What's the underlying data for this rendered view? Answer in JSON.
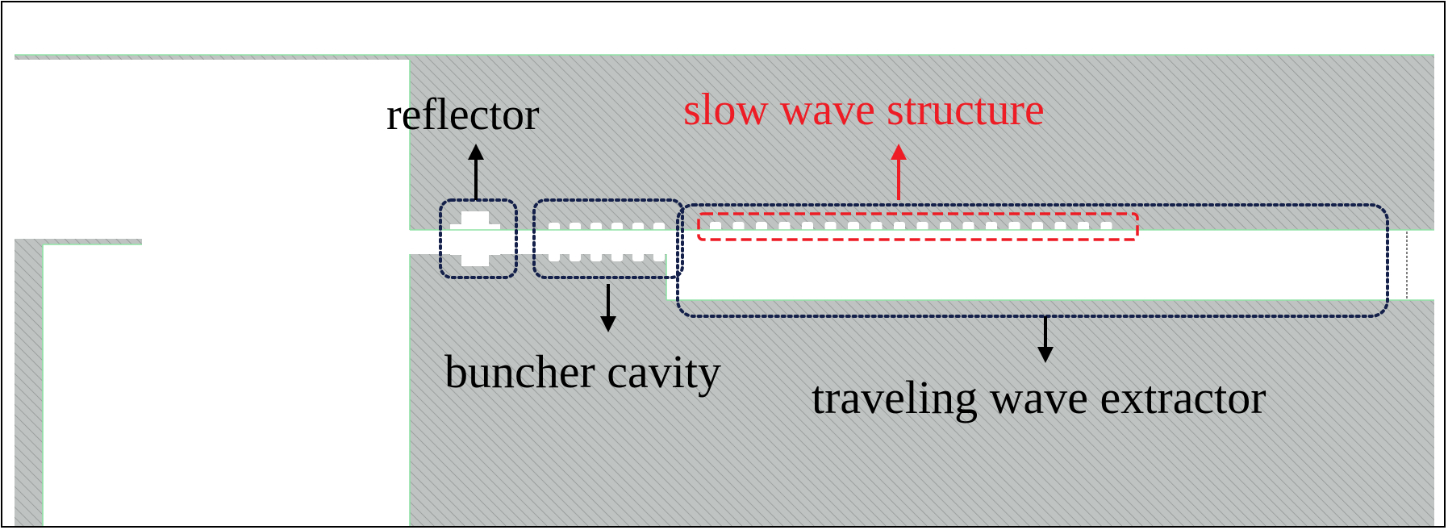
{
  "labels": {
    "reflector": "reflector",
    "slow_wave_structure": "slow wave structure",
    "buncher_cavity": "buncher cavity",
    "traveling_wave_extractor": "traveling wave extractor"
  },
  "colors": {
    "metal_fill": "#bfc3c1",
    "hatch_line": "#8d9290",
    "edge": "#8fe3a6",
    "vacuum": "#ffffff",
    "frame": "#000000",
    "dotted_box": "#14204a",
    "accent_red": "#ee1c25",
    "label_black": "#000000"
  }
}
